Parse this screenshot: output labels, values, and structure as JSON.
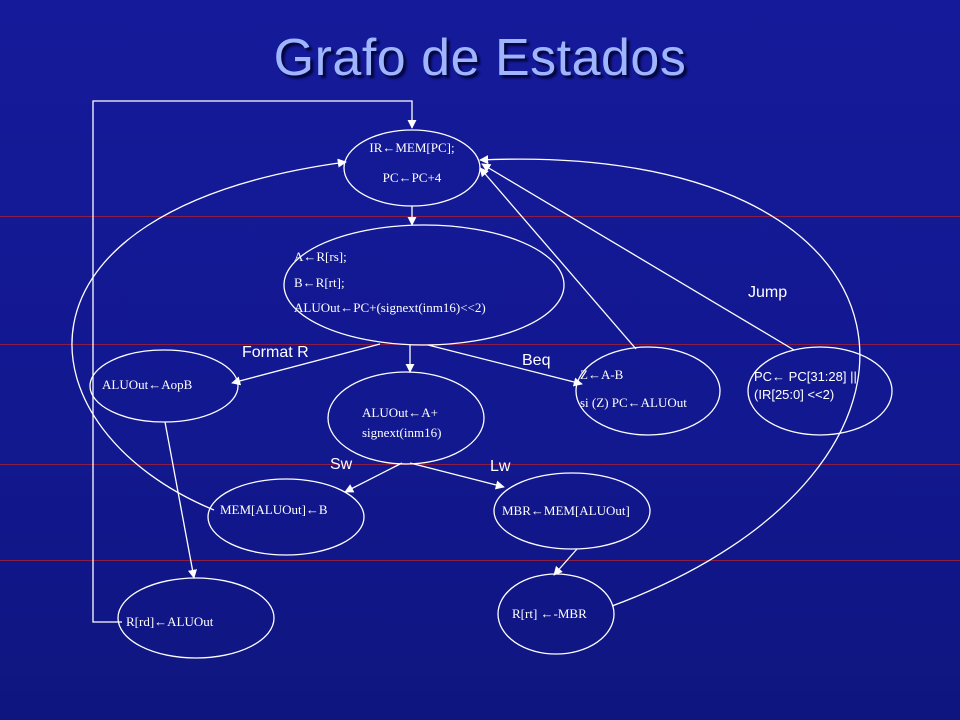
{
  "title": "Grafo de Estados",
  "colors": {
    "background": "#12188f",
    "title": "#9fb5ff",
    "stroke": "#ffffff",
    "separator": "#a0203a"
  },
  "nodes": {
    "fetch": [
      "IR←MEM[PC];",
      "PC←PC+4"
    ],
    "decode": [
      "A←R[rs];",
      "B←R[rt];",
      "ALUOut←PC+(signext(inm16)<<2)"
    ],
    "r_exec": [
      "ALUOut←AopB"
    ],
    "mem_addr": [
      "ALUOut←A+",
      "signext(inm16)"
    ],
    "beq": [
      "Z←A-B",
      "si (Z) PC←ALUOut"
    ],
    "jump": [
      "PC← PC[31:28] ||",
      "(IR[25:0] <<2)"
    ],
    "sw": [
      "MEM[ALUOut]←B"
    ],
    "lw_mem": [
      "MBR←MEM[ALUOut]"
    ],
    "r_write": [
      "R[rd]←ALUOut"
    ],
    "lw_write": [
      "R[rt] ←-MBR"
    ]
  },
  "edge_labels": {
    "format_r": "Format R",
    "beq": "Beq",
    "jump": "Jump",
    "sw": "Sw",
    "lw": "Lw"
  }
}
